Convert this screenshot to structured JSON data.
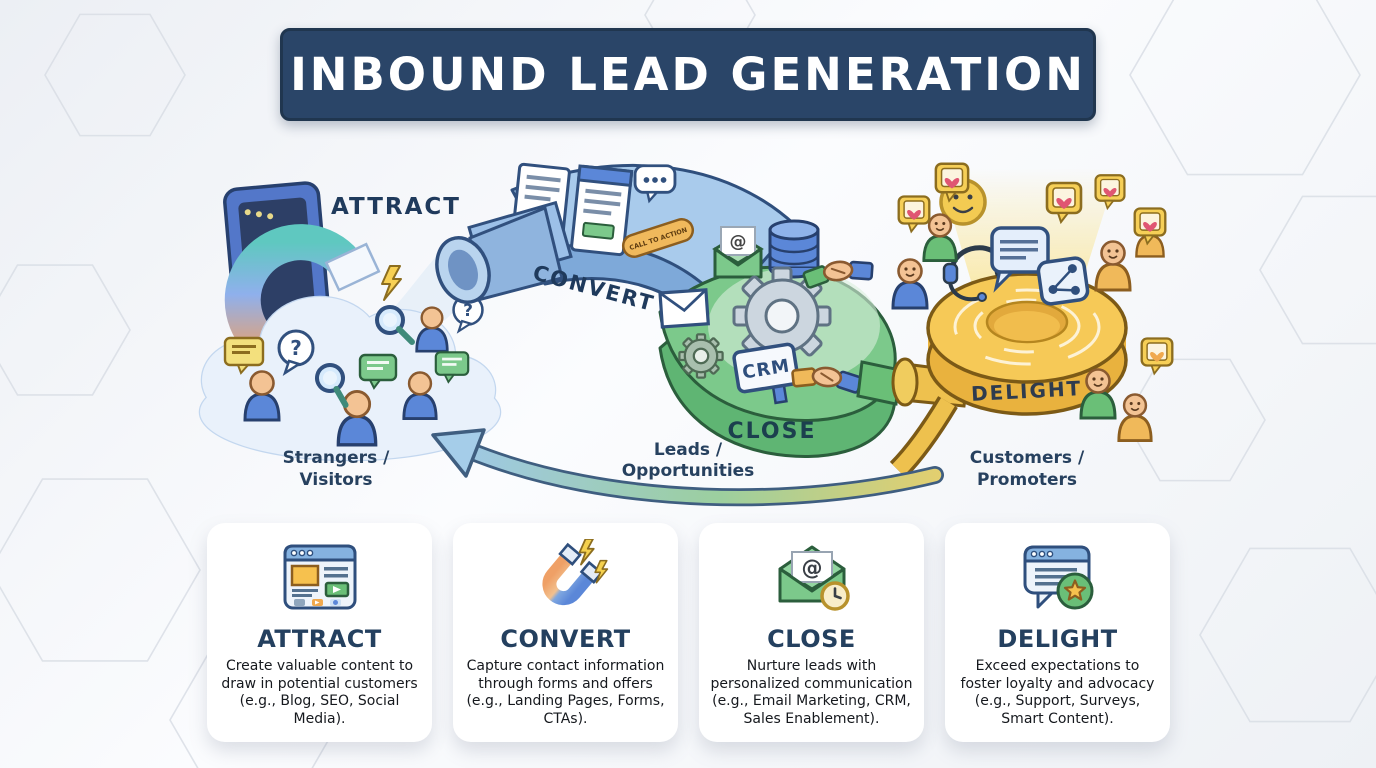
{
  "title": "INBOUND LEAD GENERATION",
  "diagram": {
    "stage_labels": {
      "attract": "ATTRACT",
      "convert": "CONVERT",
      "close": "CLOSE",
      "delight": "DELIGHT"
    },
    "audience_labels": [
      {
        "line1": "Strangers /",
        "line2": "Visitors"
      },
      {
        "line1": "Leads /",
        "line2": "Opportunities"
      },
      {
        "line1": "Customers /",
        "line2": "Promoters"
      }
    ],
    "cta_pill_label": "CALL TO ACTION",
    "crm_sign_label": "CRM",
    "question_mark": "?",
    "at_sign": "@"
  },
  "cards": [
    {
      "icon": "browser-content-icon",
      "title": "ATTRACT",
      "description": "Create valuable content to draw in potential customers (e.g., Blog, SEO, Social Media)."
    },
    {
      "icon": "magnet-icon",
      "title": "CONVERT",
      "description": "Capture contact information through forms and offers (e.g., Landing Pages, Forms, CTAs)."
    },
    {
      "icon": "email-clock-icon",
      "title": "CLOSE",
      "description": "Nurture leads with personalized communication (e.g., Email Marketing, CRM, Sales Enablement)."
    },
    {
      "icon": "chat-star-icon",
      "title": "DELIGHT",
      "description": "Exceed expectations to foster loyalty and advocacy (e.g., Support, Surveys, Smart Content)."
    }
  ],
  "colors": {
    "banner_bg": "#2A4568",
    "heading_text": "#1F3A5C",
    "attract_blue": "#A9CBEC",
    "close_green": "#7CC98B",
    "delight_yellow": "#F6C957",
    "arrow_outline": "#3F5E80"
  }
}
